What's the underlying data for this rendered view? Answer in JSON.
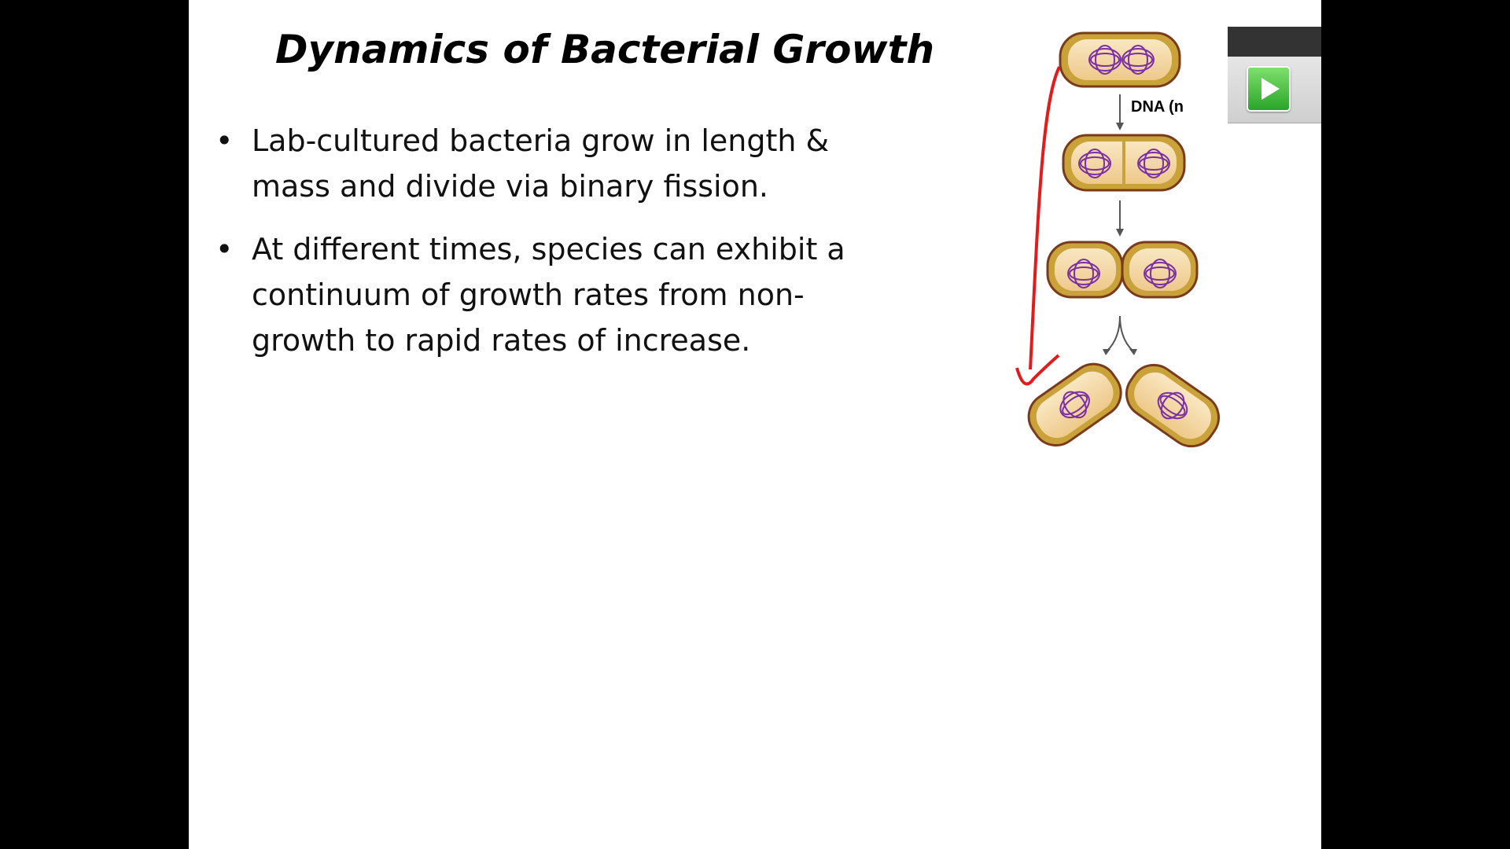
{
  "slide": {
    "title": "Dynamics of Bacterial Growth",
    "bullets": [
      {
        "symbol": "•",
        "text": "Lab-cultured bacteria grow in length & mass and divide via binary fission."
      },
      {
        "symbol": "•",
        "text": "At different times, species can exhibit a continuum of growth rates from non-growth to rapid rates of increase."
      }
    ]
  },
  "diagram": {
    "dna_label": "DNA (n",
    "cell_outer_color": "#c9a23a",
    "cell_inner_color": "#f7dfb0",
    "cell_border_color": "#7a3b1c",
    "dna_color": "#7b2fa5",
    "annotation_color": "#e21b1b"
  },
  "player": {
    "play_icon": "play-icon",
    "accent": "#3fbf3f"
  }
}
